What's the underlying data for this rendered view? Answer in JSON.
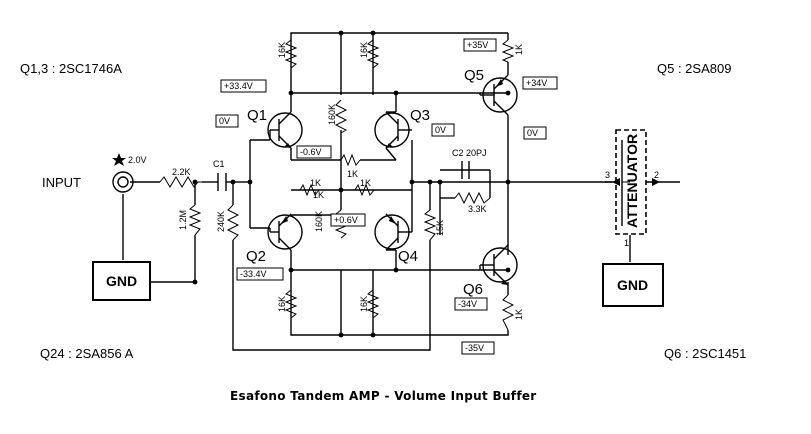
{
  "notes": {
    "q13": "Q1,3 : 2SC1746A",
    "q24": "Q24 : 2SA856 A",
    "q5": "Q5 : 2SA809",
    "q6": "Q6 : 2SC1451"
  },
  "caption": "Esafono Tandem AMP - Volume Input Buffer",
  "input": {
    "label": "INPUT",
    "voltage": "2.0V"
  },
  "gnd_label": "GND",
  "attenuator": {
    "label": "ATTENUATOR",
    "pin_in": "3",
    "pin_out": "2",
    "pin_gnd": "1"
  },
  "transistors": {
    "q1": "Q1",
    "q2": "Q2",
    "q3": "Q3",
    "q4": "Q4",
    "q5": "Q5",
    "q6": "Q6"
  },
  "voltages": {
    "rail_pos": "+35V",
    "rail_neg": "-35V",
    "q1_col": "+33.4V",
    "q2_col": "-33.4V",
    "q5_em": "+34V",
    "q6_em": "-34V",
    "q1_base": "0V",
    "q3_base": "0V",
    "out": "0V",
    "bias_neg": "-0.6V",
    "bias_pos": "+0.6V"
  },
  "components": {
    "c1": "C1",
    "c2": "C2 20PJ",
    "r_in": "2.2K",
    "r_12m": "1.2M",
    "r_240k": "240K",
    "r_16k_q1": "16K",
    "r_16k_q3": "16K",
    "r_16k_q2": "16K",
    "r_16k_q4": "16K",
    "r_160k_top": "160K",
    "r_160k_bot": "160K",
    "r_1k_a": "1K",
    "r_1k_b": "1K",
    "r_1k_c": "1K",
    "r_1k_d": "1K",
    "r_15k": "15K",
    "r_33k": "3.3K",
    "r_1k_q5": "1K",
    "r_1k_q6": "1K"
  }
}
